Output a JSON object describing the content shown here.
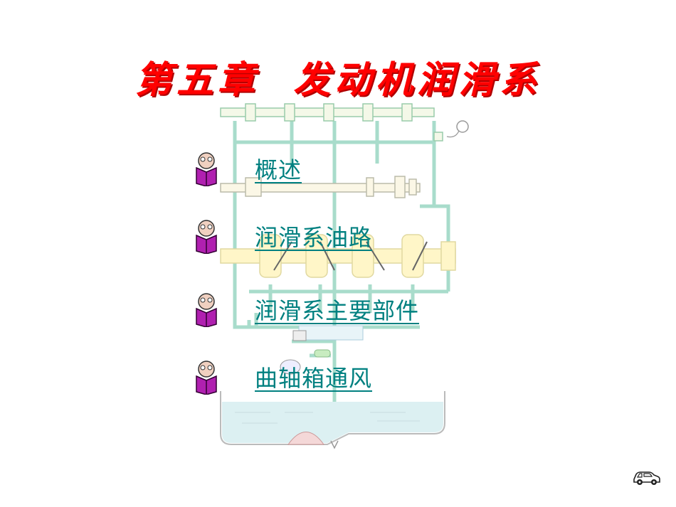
{
  "title": "第五章  发动机润滑系",
  "colors": {
    "title": "#ff0000",
    "link": "#008080",
    "diagram_line": "#aaddcc",
    "diagram_part": "#fff6cc",
    "oil": "#d8eef0",
    "bullet_book": "#a020a0"
  },
  "menu": {
    "items": [
      {
        "label": "概述",
        "icon": "reading-student-icon"
      },
      {
        "label": "润滑系油路",
        "icon": "reading-student-icon"
      },
      {
        "label": "润滑系主要部件",
        "icon": "reading-student-icon"
      },
      {
        "label": "曲轴箱通风",
        "icon": "reading-student-icon"
      }
    ]
  },
  "nav": {
    "next_icon": "car-icon"
  }
}
